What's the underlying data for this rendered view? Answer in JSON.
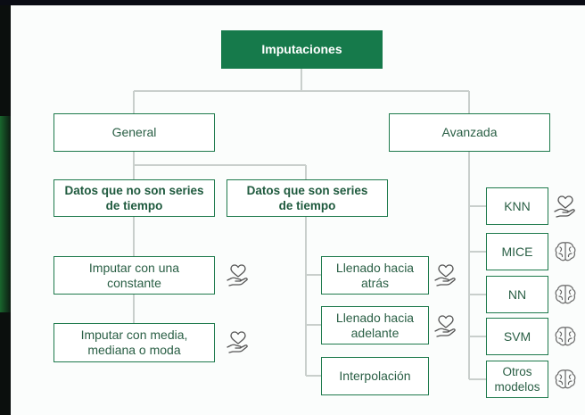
{
  "diagram": {
    "root": "Imputaciones",
    "general": {
      "label": "General",
      "non_series": "Datos que no son series de tiempo",
      "series": "Datos que son series de tiempo",
      "non_series_items": [
        "Imputar con una constante",
        "Imputar con media, mediana o moda"
      ],
      "series_items": [
        "Llenado hacia atrás",
        "Llenado hacia adelante",
        "Interpolación"
      ]
    },
    "advanced": {
      "label": "Avanzada",
      "items": [
        "KNN",
        "MICE",
        "NN",
        "SVM",
        "Otros modelos"
      ]
    }
  },
  "icons": {
    "hand_heart": "hand-heart-icon",
    "brain": "brain-icon"
  },
  "colors": {
    "primary": "#167a4b",
    "border": "#1e7a4c",
    "text": "#2a5f45",
    "line": "#c9cfcc"
  }
}
